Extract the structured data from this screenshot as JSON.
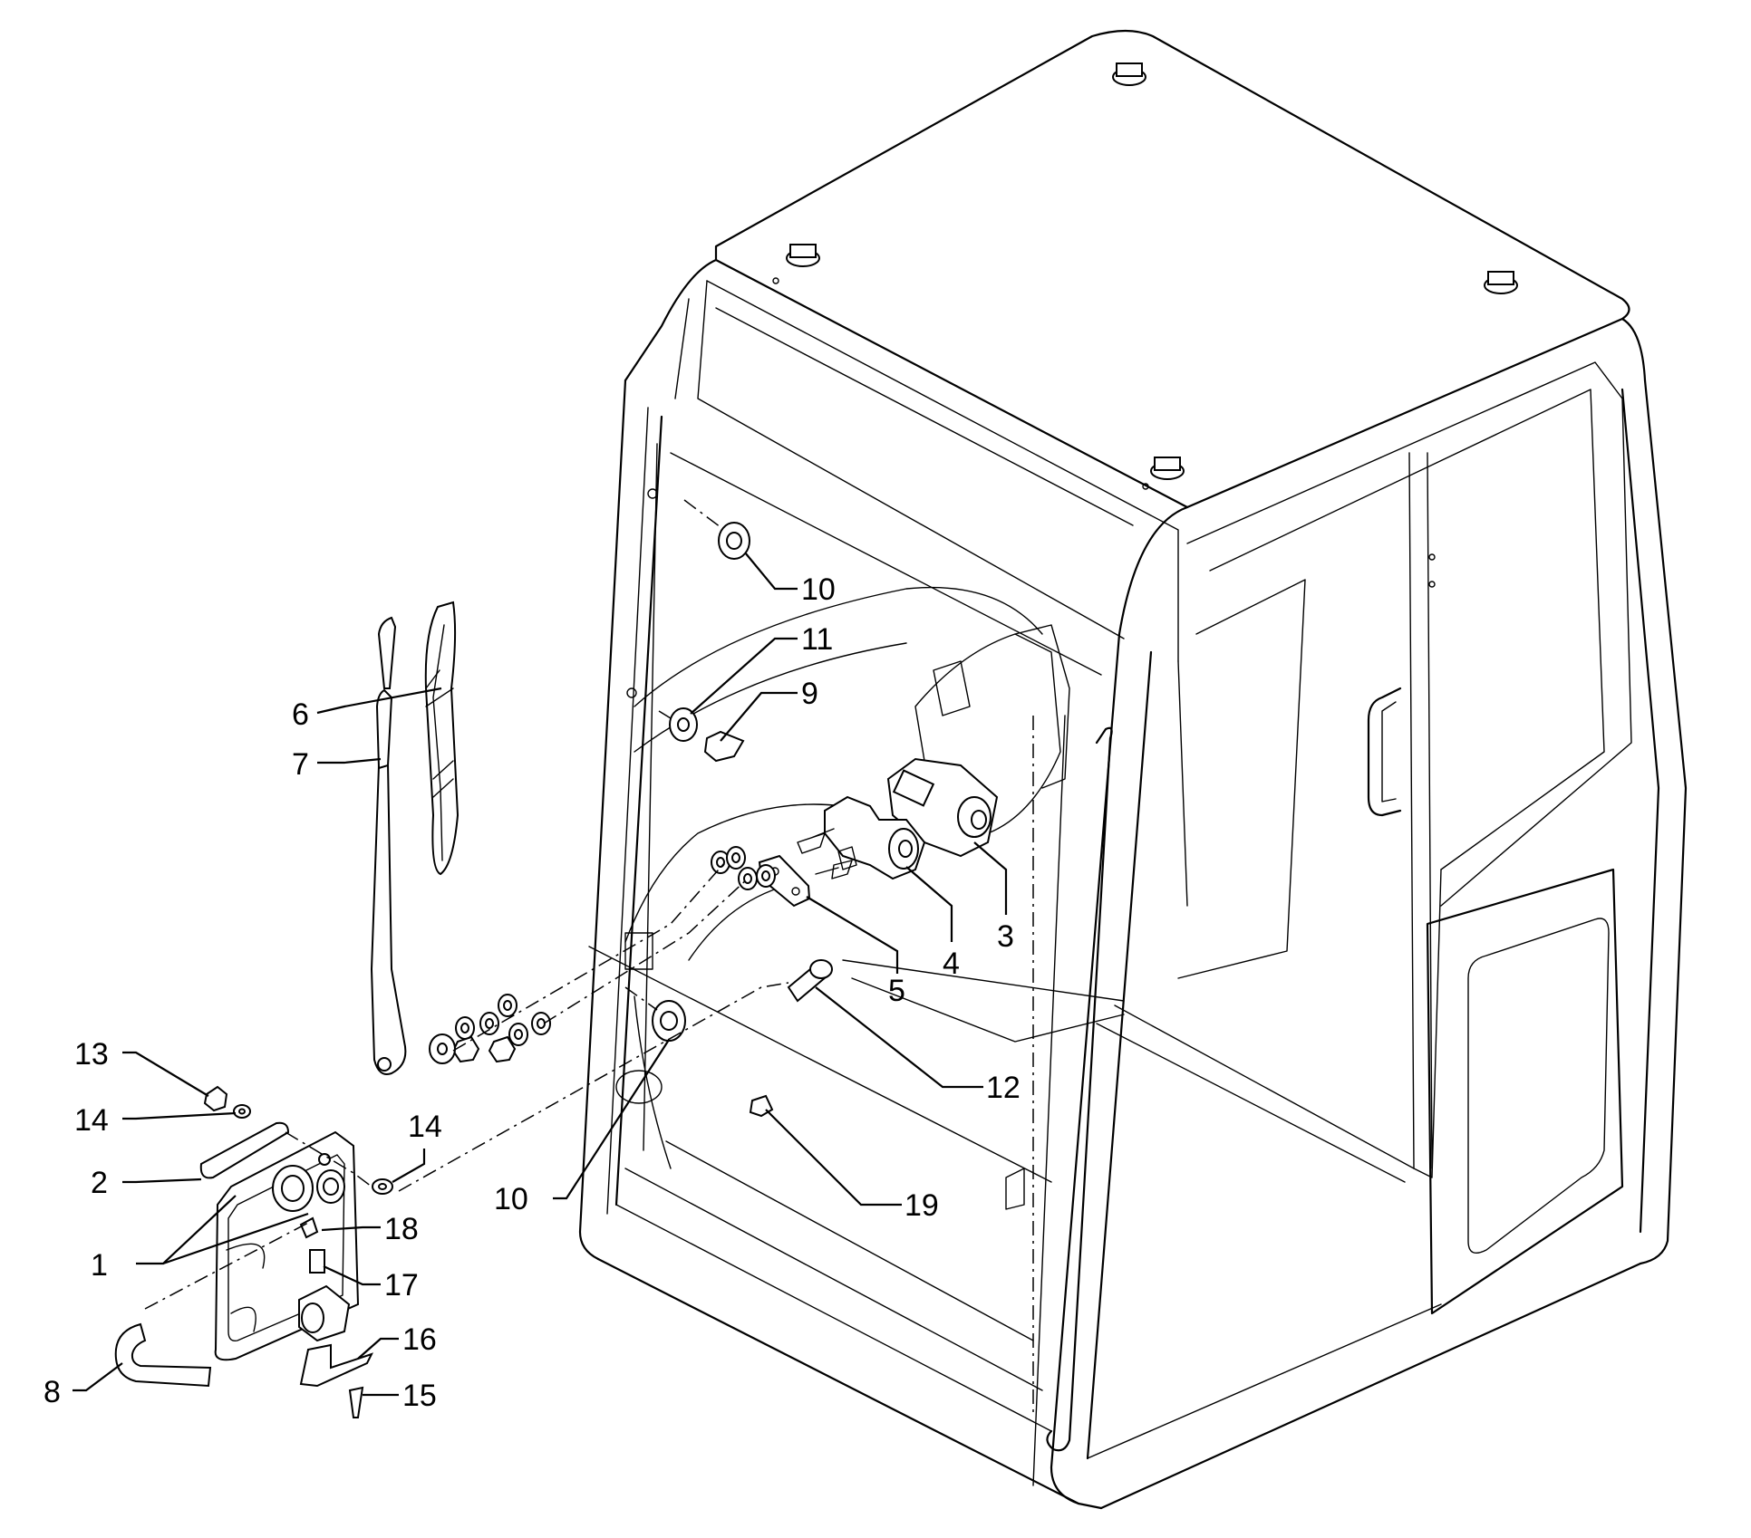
{
  "callouts": [
    {
      "id": "c10a",
      "text": "10"
    },
    {
      "id": "c11",
      "text": "11"
    },
    {
      "id": "c9",
      "text": "9"
    },
    {
      "id": "c6",
      "text": "6"
    },
    {
      "id": "c7",
      "text": "7"
    },
    {
      "id": "c3",
      "text": "3"
    },
    {
      "id": "c4",
      "text": "4"
    },
    {
      "id": "c5",
      "text": "5"
    },
    {
      "id": "c12",
      "text": "12"
    },
    {
      "id": "c13",
      "text": "13"
    },
    {
      "id": "c14a",
      "text": "14"
    },
    {
      "id": "c14b",
      "text": "14"
    },
    {
      "id": "c2",
      "text": "2"
    },
    {
      "id": "c10b",
      "text": "10"
    },
    {
      "id": "c19",
      "text": "19"
    },
    {
      "id": "c1",
      "text": "1"
    },
    {
      "id": "c18",
      "text": "18"
    },
    {
      "id": "c17",
      "text": "17"
    },
    {
      "id": "c16",
      "text": "16"
    },
    {
      "id": "c8",
      "text": "8"
    },
    {
      "id": "c15",
      "text": "15"
    }
  ]
}
